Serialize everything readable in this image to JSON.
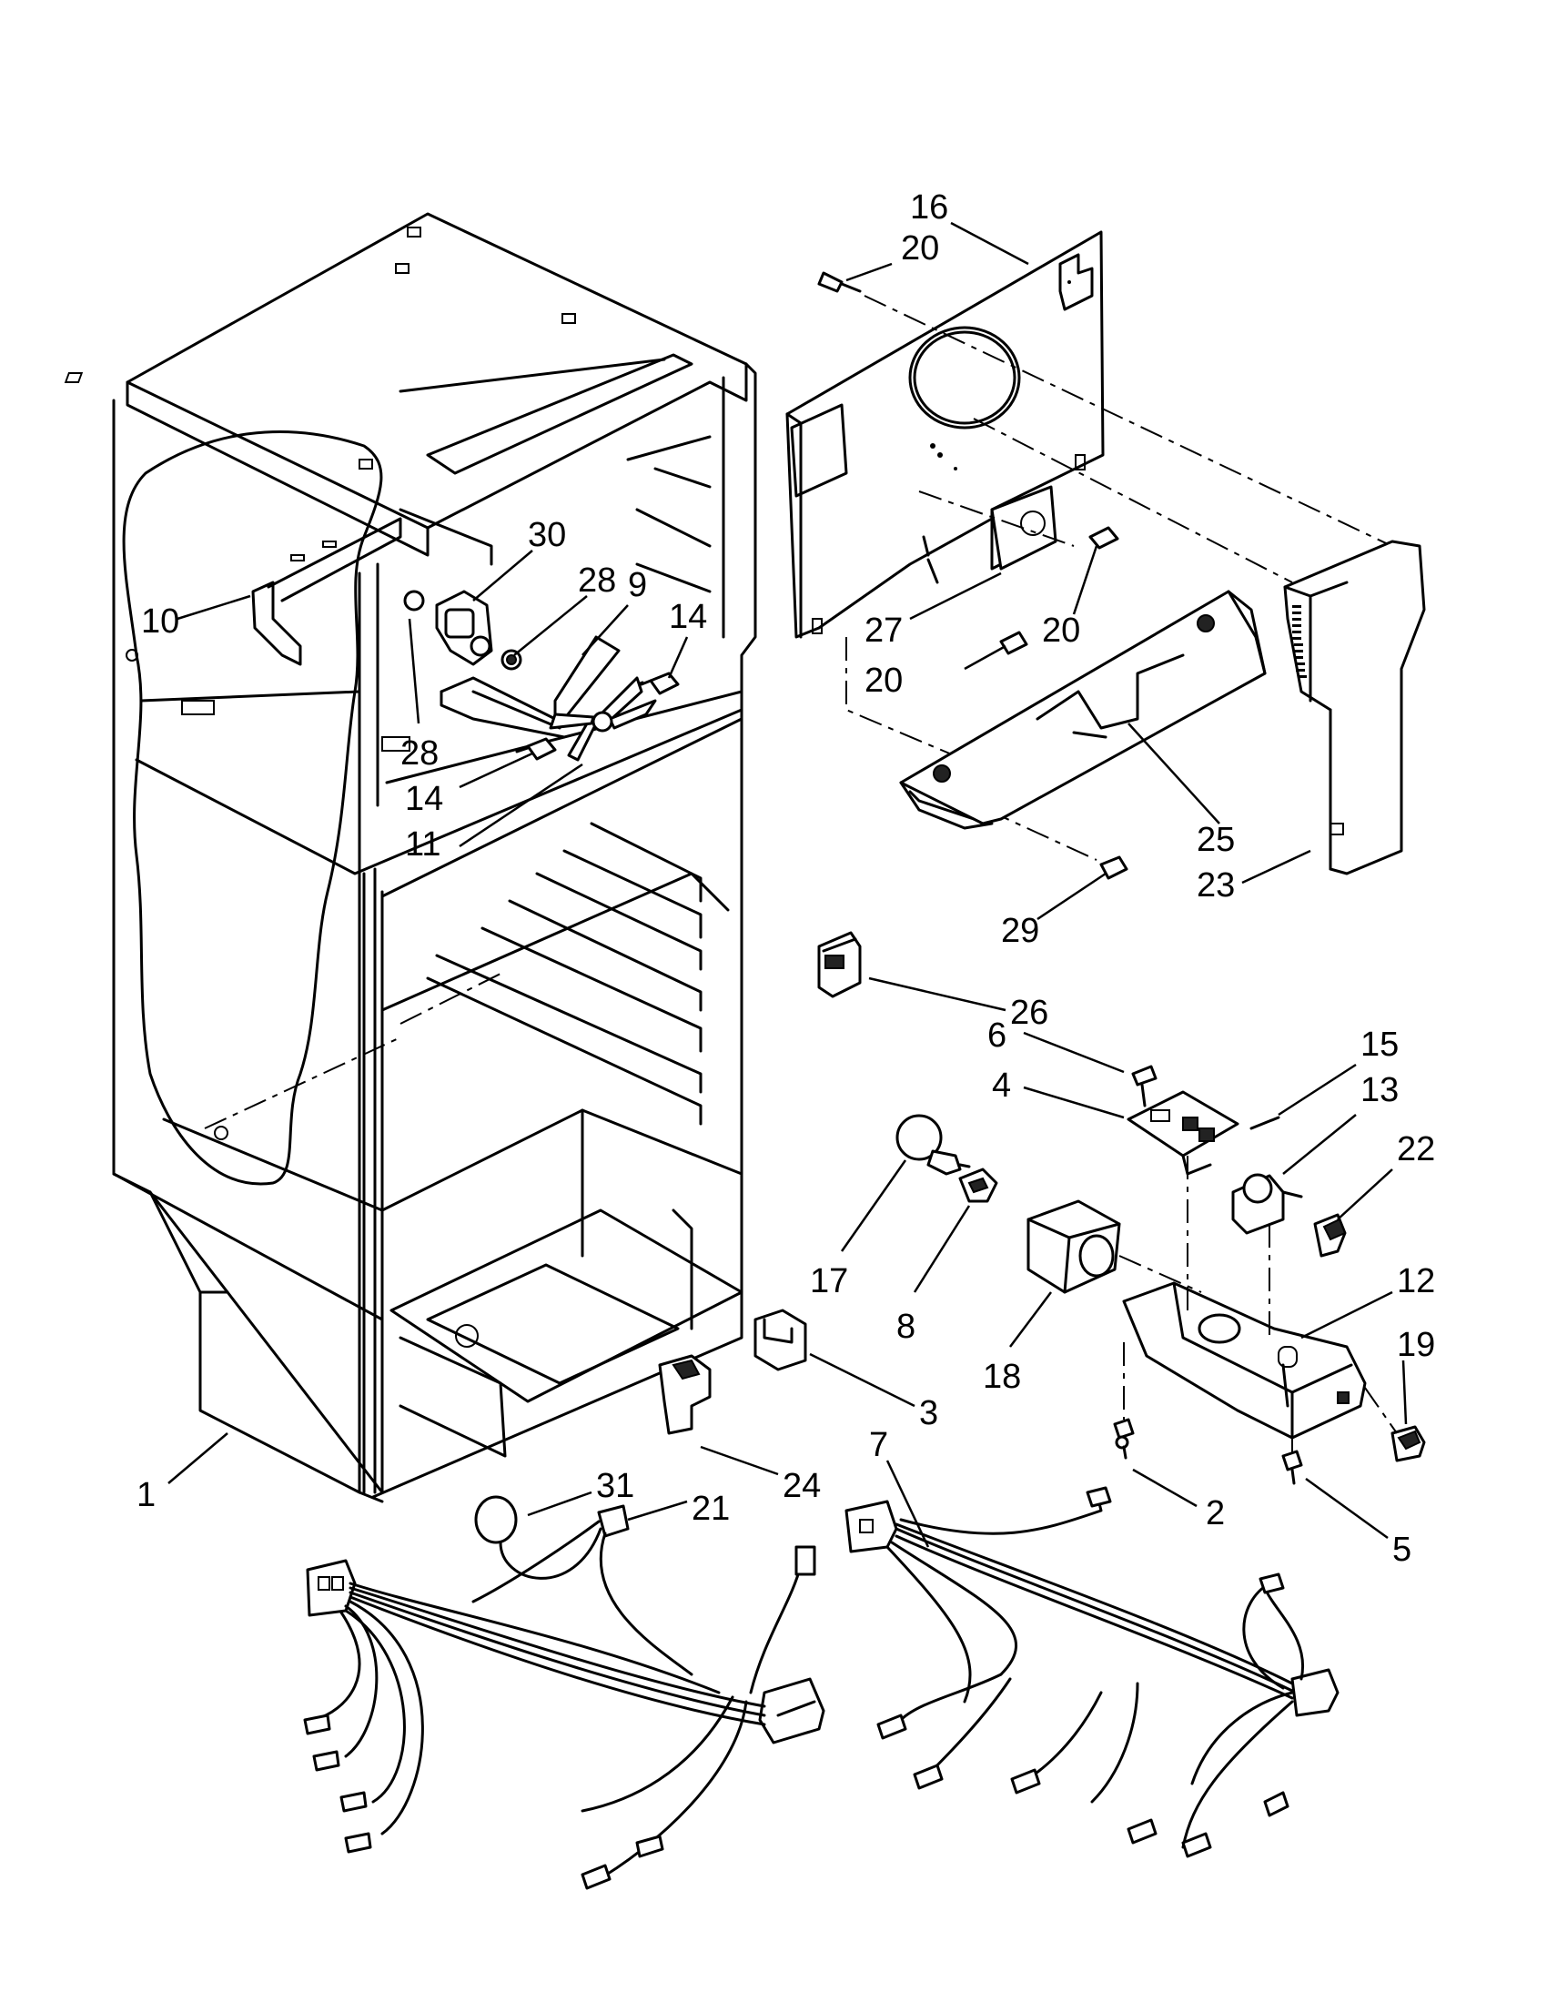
{
  "callouts": [
    {
      "id": "c16",
      "text": "16"
    },
    {
      "id": "c20a",
      "text": "20"
    },
    {
      "id": "c30",
      "text": "30"
    },
    {
      "id": "c28a",
      "text": "28"
    },
    {
      "id": "c9",
      "text": "9"
    },
    {
      "id": "c14a",
      "text": "14"
    },
    {
      "id": "c10",
      "text": "10"
    },
    {
      "id": "c28b",
      "text": "28"
    },
    {
      "id": "c14b",
      "text": "14"
    },
    {
      "id": "c11",
      "text": "11"
    },
    {
      "id": "c27",
      "text": "27"
    },
    {
      "id": "c20b",
      "text": "20"
    },
    {
      "id": "c20c",
      "text": "20"
    },
    {
      "id": "c25",
      "text": "25"
    },
    {
      "id": "c23",
      "text": "23"
    },
    {
      "id": "c29",
      "text": "29"
    },
    {
      "id": "c26",
      "text": "26"
    },
    {
      "id": "c6",
      "text": "6"
    },
    {
      "id": "c15",
      "text": "15"
    },
    {
      "id": "c4",
      "text": "4"
    },
    {
      "id": "c13",
      "text": "13"
    },
    {
      "id": "c22",
      "text": "22"
    },
    {
      "id": "c17",
      "text": "17"
    },
    {
      "id": "c8",
      "text": "8"
    },
    {
      "id": "c18",
      "text": "18"
    },
    {
      "id": "c12",
      "text": "12"
    },
    {
      "id": "c19",
      "text": "19"
    },
    {
      "id": "c3",
      "text": "3"
    },
    {
      "id": "c1",
      "text": "1"
    },
    {
      "id": "c24",
      "text": "24"
    },
    {
      "id": "c7",
      "text": "7"
    },
    {
      "id": "c31",
      "text": "31"
    },
    {
      "id": "c21",
      "text": "21"
    },
    {
      "id": "c2",
      "text": "2"
    },
    {
      "id": "c5",
      "text": "5"
    }
  ]
}
